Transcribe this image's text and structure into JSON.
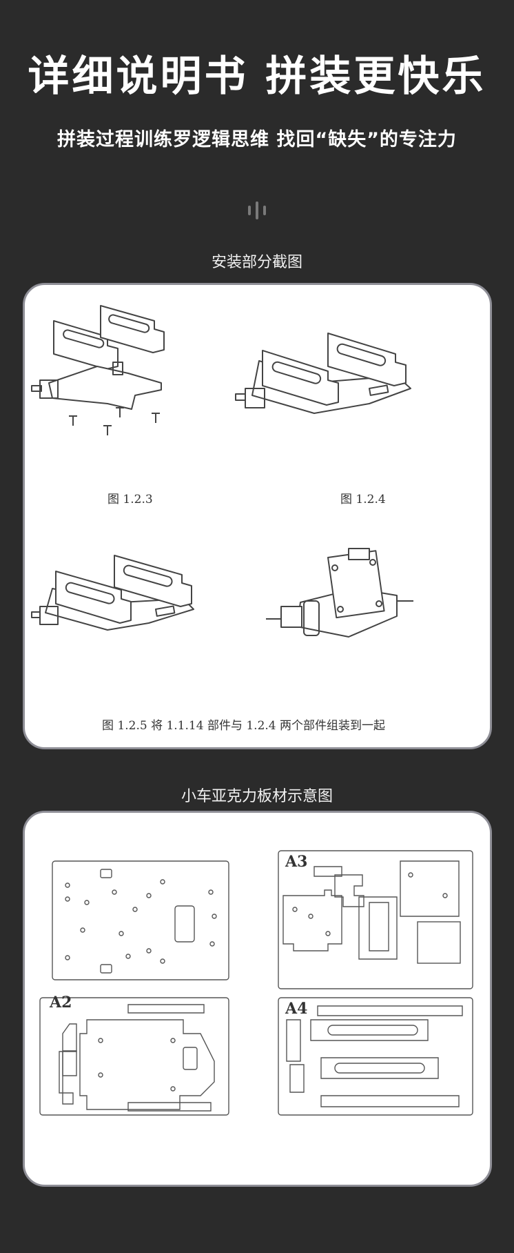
{
  "header": {
    "headline": "详细说明书 拼装更快乐",
    "subline": "拼装过程训练罗逻辑思维  找回“缺失”的专注力"
  },
  "section1": {
    "title": "安装部分截图",
    "captions": {
      "fig123": "图 1.2.3",
      "fig124": "图  1.2.4",
      "fig125": "图 1.2.5    将 1.1.14 部件与 1.2.4 两个部件组装到一起"
    }
  },
  "section2": {
    "title": "小车亚克力板材示意图",
    "panel_labels": {
      "a2": "A2",
      "a3": "A3",
      "a4": "A4"
    }
  },
  "colors": {
    "background": "#2b2b2b",
    "card": "#ffffff",
    "card_border": "#8e8e96",
    "line": "#444444"
  }
}
